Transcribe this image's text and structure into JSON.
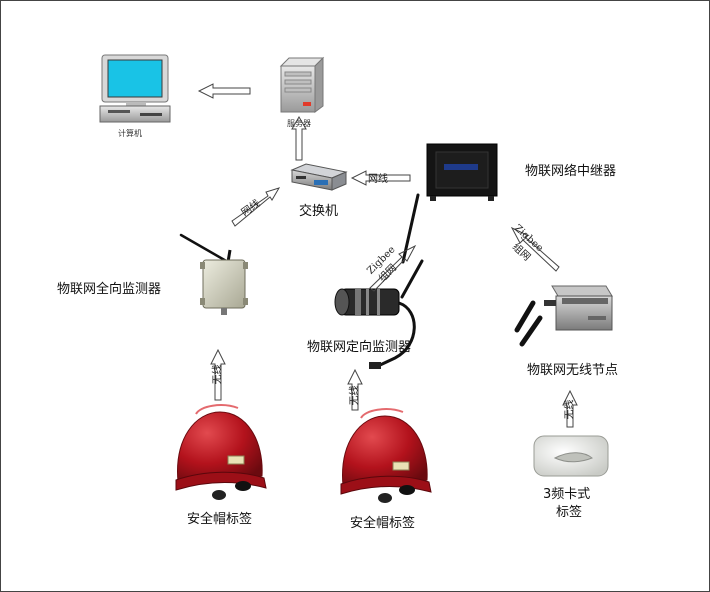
{
  "nodes": {
    "computer": "计算机",
    "server": "服务器",
    "switch": "交换机",
    "relay": "物联网络中继器",
    "omni_monitor": "物联网全向监测器",
    "dir_monitor": "物联网定向监测器",
    "wireless_node": "物联网无线节点",
    "helmet_tag_1": "安全帽标签",
    "helmet_tag_2": "安全帽标签",
    "card_tag_line1": "3频卡式",
    "card_tag_line2": "标签"
  },
  "links": {
    "omni_to_switch": "网线",
    "relay_to_switch": "网线",
    "dir_to_relay_1": "Zigbee",
    "dir_to_relay_2": "组网",
    "node_to_relay_1": "Zigbee",
    "node_to_relay_2": "组网",
    "helmet1_to_omni": "无线",
    "helmet2_to_dir": "无线",
    "card_to_node": "无线"
  },
  "colors": {
    "helmet_red": "#b3121c",
    "screen_cyan": "#19c3e6",
    "device_dark": "#111111"
  }
}
